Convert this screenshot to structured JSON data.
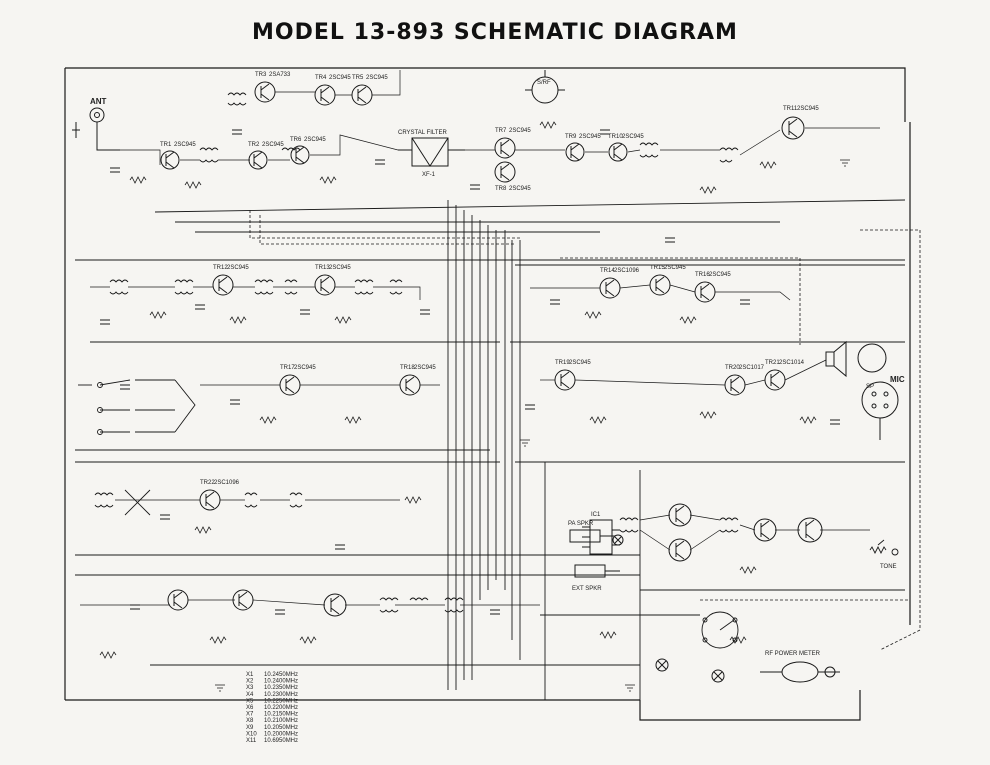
{
  "title": "MODEL 13-893 SCHEMATIC DIAGRAM",
  "colors": {
    "paper": "#f6f5f2",
    "ink": "#1a1a1a"
  },
  "components": {
    "antenna_label": "ANT",
    "meter_label": "S/RF",
    "crystal_filter_label": "CRYSTAL FILTER",
    "crystal_filter_id": "XF-1",
    "speaker_label": "SP",
    "mic_label": "MIC",
    "ext_speaker_label": "EXT SPKR",
    "pa_speaker_label": "PA SPKR",
    "rf_power_label": "RF POWER METER",
    "tone_label": "TONE",
    "ic_label": "IC1"
  },
  "transistors": [
    {
      "id": "TR1",
      "type": "2SC945"
    },
    {
      "id": "TR2",
      "type": "2SC945"
    },
    {
      "id": "TR3",
      "type": "2SA733"
    },
    {
      "id": "TR4",
      "type": "2SC945"
    },
    {
      "id": "TR5",
      "type": "2SC945"
    },
    {
      "id": "TR6",
      "type": "2SC945"
    },
    {
      "id": "TR7",
      "type": "2SC945"
    },
    {
      "id": "TR8",
      "type": "2SC945"
    },
    {
      "id": "TR9",
      "type": "2SC945"
    },
    {
      "id": "TR10",
      "type": "2SC945"
    },
    {
      "id": "TR11",
      "type": "2SC945"
    },
    {
      "id": "TR12",
      "type": "2SC945"
    },
    {
      "id": "TR13",
      "type": "2SC945"
    },
    {
      "id": "TR14",
      "type": "2SC1096"
    },
    {
      "id": "TR15",
      "type": "2SC945"
    },
    {
      "id": "TR16",
      "type": "2SC945"
    },
    {
      "id": "TR17",
      "type": "2SC945"
    },
    {
      "id": "TR18",
      "type": "2SC945"
    },
    {
      "id": "TR19",
      "type": "2SC945"
    },
    {
      "id": "TR20",
      "type": "2SC1017"
    },
    {
      "id": "TR21",
      "type": "2SC1014"
    },
    {
      "id": "TR22",
      "type": "2SC1096"
    }
  ],
  "crystal_table": [
    {
      "xtal": "X1",
      "freq": "10.2450MHz"
    },
    {
      "xtal": "X2",
      "freq": "10.2400MHz"
    },
    {
      "xtal": "X3",
      "freq": "10.2350MHz"
    },
    {
      "xtal": "X4",
      "freq": "10.2300MHz"
    },
    {
      "xtal": "X5",
      "freq": "10.2250MHz"
    },
    {
      "xtal": "X6",
      "freq": "10.2200MHz"
    },
    {
      "xtal": "X7",
      "freq": "10.2150MHz"
    },
    {
      "xtal": "X8",
      "freq": "10.2100MHz"
    },
    {
      "xtal": "X9",
      "freq": "10.2050MHz"
    },
    {
      "xtal": "X10",
      "freq": "10.2000MHz"
    },
    {
      "xtal": "X11",
      "freq": "10.6950MHz"
    }
  ]
}
